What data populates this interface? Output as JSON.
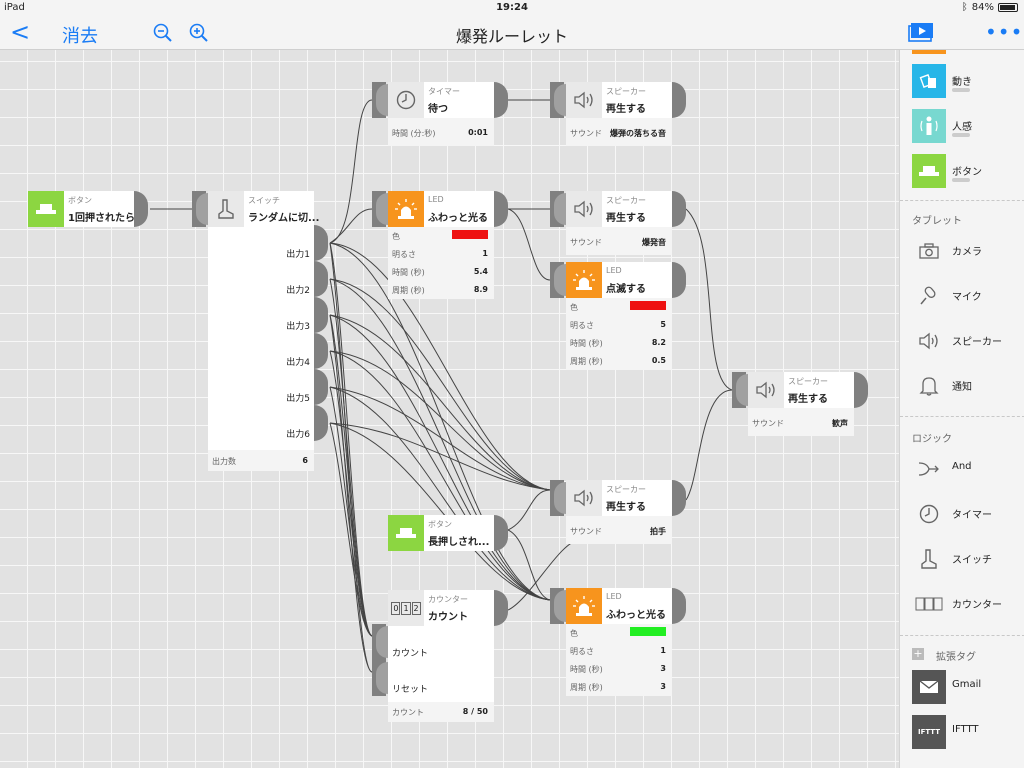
{
  "status": {
    "device": "iPad",
    "time": "19:24",
    "battery": "84%",
    "battery_level": 0.84
  },
  "nav": {
    "back": "<",
    "clear": "消去",
    "title": "爆発ルーレット",
    "more": "•••"
  },
  "nodes": {
    "btn1": {
      "title": "ボタン",
      "action": "1回押されたら",
      "color": "#8cd641"
    },
    "switch": {
      "title": "スイッチ",
      "action": "ランダムに切...",
      "outputs": [
        "出力1",
        "出力2",
        "出力3",
        "出力4",
        "出力5",
        "出力6"
      ],
      "footer_key": "出力数",
      "footer_val": "6"
    },
    "timer": {
      "title": "タイマー",
      "action": "待つ",
      "props": [
        {
          "k": "時間 (分:秒)",
          "v": "0:01"
        }
      ]
    },
    "spk1": {
      "title": "スピーカー",
      "action": "再生する",
      "props": [
        {
          "k": "サウンド",
          "v": "爆弾の落ちる音"
        }
      ]
    },
    "led1": {
      "title": "LED",
      "action": "ふわっと光る",
      "color_key": "色",
      "color": "#ee1111",
      "props": [
        {
          "k": "明るさ",
          "v": "1"
        },
        {
          "k": "時間 (秒)",
          "v": "5.4"
        },
        {
          "k": "周期 (秒)",
          "v": "8.9"
        }
      ]
    },
    "spk2": {
      "title": "スピーカー",
      "action": "再生する",
      "props": [
        {
          "k": "サウンド",
          "v": "爆発音"
        }
      ]
    },
    "led2": {
      "title": "LED",
      "action": "点滅する",
      "color_key": "色",
      "color": "#ee1111",
      "props": [
        {
          "k": "明るさ",
          "v": "5"
        },
        {
          "k": "時間 (秒)",
          "v": "8.2"
        },
        {
          "k": "周期 (秒)",
          "v": "0.5"
        }
      ]
    },
    "spk3": {
      "title": "スピーカー",
      "action": "再生する",
      "props": [
        {
          "k": "サウンド",
          "v": "歓声"
        }
      ]
    },
    "spk4": {
      "title": "スピーカー",
      "action": "再生する",
      "props": [
        {
          "k": "サウンド",
          "v": "拍手"
        }
      ]
    },
    "btn2": {
      "title": "ボタン",
      "action": "長押しされ...",
      "color": "#8cd641"
    },
    "counter": {
      "title": "カウンター",
      "action": "カウント",
      "inputs": [
        "カウント",
        "リセット"
      ],
      "footer_key": "カウント",
      "footer_val": "8 / 50",
      "digits": [
        "0",
        "1",
        "2"
      ]
    },
    "led3": {
      "title": "LED",
      "action": "ふわっと光る",
      "color_key": "色",
      "color": "#22ee22",
      "props": [
        {
          "k": "明るさ",
          "v": "1"
        },
        {
          "k": "時間 (秒)",
          "v": "3"
        },
        {
          "k": "周期 (秒)",
          "v": "3"
        }
      ]
    }
  },
  "sidebar": {
    "tags": [
      {
        "label": "動き",
        "icon": "motion-icon",
        "color": "#27b6e8"
      },
      {
        "label": "人感",
        "icon": "human-sensor-icon",
        "color": "#78d8d0"
      },
      {
        "label": "ボタン",
        "icon": "button-icon",
        "color": "#8cd641"
      }
    ],
    "tablet_header": "タブレット",
    "tablet": [
      {
        "label": "カメラ",
        "icon": "camera-icon"
      },
      {
        "label": "マイク",
        "icon": "mic-icon"
      },
      {
        "label": "スピーカー",
        "icon": "speaker-icon"
      },
      {
        "label": "通知",
        "icon": "bell-icon"
      }
    ],
    "logic_header": "ロジック",
    "logic": [
      {
        "label": "And",
        "icon": "and-icon"
      },
      {
        "label": "タイマー",
        "icon": "timer-icon"
      },
      {
        "label": "スイッチ",
        "icon": "switch-icon"
      },
      {
        "label": "カウンター",
        "icon": "counter-icon"
      }
    ],
    "ext_header": "拡張タグ",
    "ext": [
      {
        "label": "Gmail",
        "icon": "gmail-icon"
      },
      {
        "label": "IFTTT",
        "icon": "ifttt-icon",
        "icon_text": "IFTTT"
      }
    ],
    "colors": {
      "orange_stub": "#f7941d",
      "ext_bg": "#555555"
    }
  },
  "colors": {
    "accent": "#1a7cf5",
    "led": "#f7941d",
    "port": "#808080"
  }
}
